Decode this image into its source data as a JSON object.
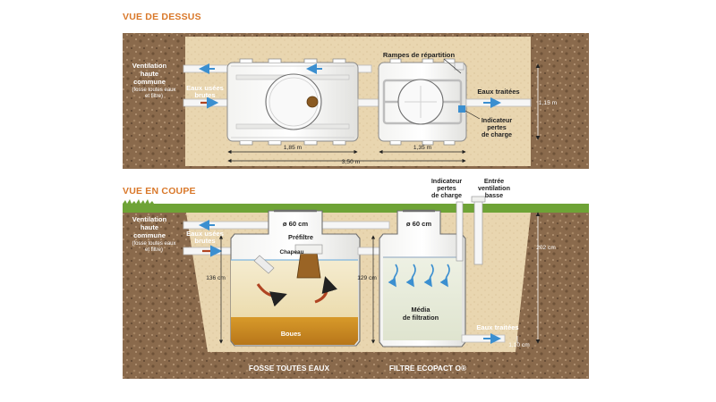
{
  "top_view": {
    "title": "VUE DE DESSUS",
    "labels": {
      "ventilation": [
        "Ventilation",
        "haute",
        "commune"
      ],
      "ventilation_note": [
        "(fosse toutes eaux",
        "et filtre)"
      ],
      "eaux_usees": [
        "Eaux usées",
        "brutes"
      ],
      "rampes": "Rampes de répartition",
      "eaux_traitees": "Eaux traitées",
      "indicateur": [
        "Indicateur",
        "pertes",
        "de charge"
      ]
    },
    "dimensions": {
      "fosse_length": "1,85 m",
      "filtre_length": "1,35 m",
      "total_length": "3,50 m",
      "width": "1,15 m"
    }
  },
  "section_view": {
    "title": "VUE EN COUPE",
    "labels": {
      "ventilation": [
        "Ventilation",
        "haute",
        "commune"
      ],
      "ventilation_note": [
        "(fosse toutes eaux",
        "et filtre)"
      ],
      "eaux_usees": [
        "Eaux usées",
        "brutes"
      ],
      "indicateur": [
        "Indicateur",
        "pertes",
        "de charge"
      ],
      "entree_ventilation": [
        "Entrée",
        "ventilation",
        "basse"
      ],
      "diam_fosse": "ø 60 cm",
      "diam_filtre": "ø 60 cm",
      "prefiltre": "Préfiltre",
      "chapeau": "Chapeau",
      "boues": "Boues",
      "media": [
        "Média",
        "de filtration"
      ],
      "eaux_traitees": "Eaux traitées",
      "fosse_name": "FOSSE TOUTES EAUX",
      "filtre_name": "FILTRE ECOPACT O®"
    },
    "dimensions": {
      "fosse_height": "136 cm",
      "filtre_height": "129 cm",
      "total_height": "202 cm",
      "outlet_height": "1,10 cm"
    }
  },
  "colors": {
    "soil": "#8a6a4c",
    "sand": "#e7d3ad",
    "grass": "#6ea336",
    "accent_title": "#d9782a",
    "flow_blue": "#3b8fd0",
    "flow_red": "#b04422",
    "sludge": "#c98a1c"
  }
}
